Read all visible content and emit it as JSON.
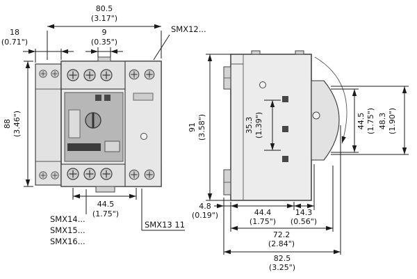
{
  "front_view": {
    "dims": {
      "total_width": {
        "mm": "80.5",
        "in": "(3.17\")"
      },
      "aux_width": {
        "mm": "18",
        "in": "(0.71\")"
      },
      "tab_width": {
        "mm": "9",
        "in": "(0.35\")"
      },
      "height": {
        "mm": "88",
        "in": "(3.46\")"
      },
      "base_width": {
        "mm": "44.5",
        "in": "(1.75\")"
      }
    },
    "labels": {
      "smx12": "SMX12...",
      "smx14": "SMX14...",
      "smx15": "SMX15...",
      "smx16": "SMX16...",
      "smx13": "SMX13 11"
    }
  },
  "side_view": {
    "dims": {
      "height": {
        "mm": "91",
        "in": "(3.58\")"
      },
      "rail_section_height": {
        "mm": "35.3",
        "in": "(1.39\")"
      },
      "front_height_inner": {
        "mm": "44.5",
        "in": "(1.75\")"
      },
      "front_height_outer": {
        "mm": "48.3",
        "in": "(1.90\")"
      },
      "clip_depth": {
        "mm": "4.8",
        "in": "(0.19\")"
      },
      "body_depth": {
        "mm": "44.4",
        "in": "(1.75\")"
      },
      "front_depth": {
        "mm": "14.3",
        "in": "(0.56\")"
      },
      "depth_without_clip": {
        "mm": "72.2",
        "in": "(2.84\")"
      },
      "total_depth": {
        "mm": "82.5",
        "in": "(3.25\")"
      }
    }
  },
  "colors": {
    "line": "#1a1a1a",
    "body_fill": "#ececec",
    "panel_fill": "#b7b7b7"
  }
}
